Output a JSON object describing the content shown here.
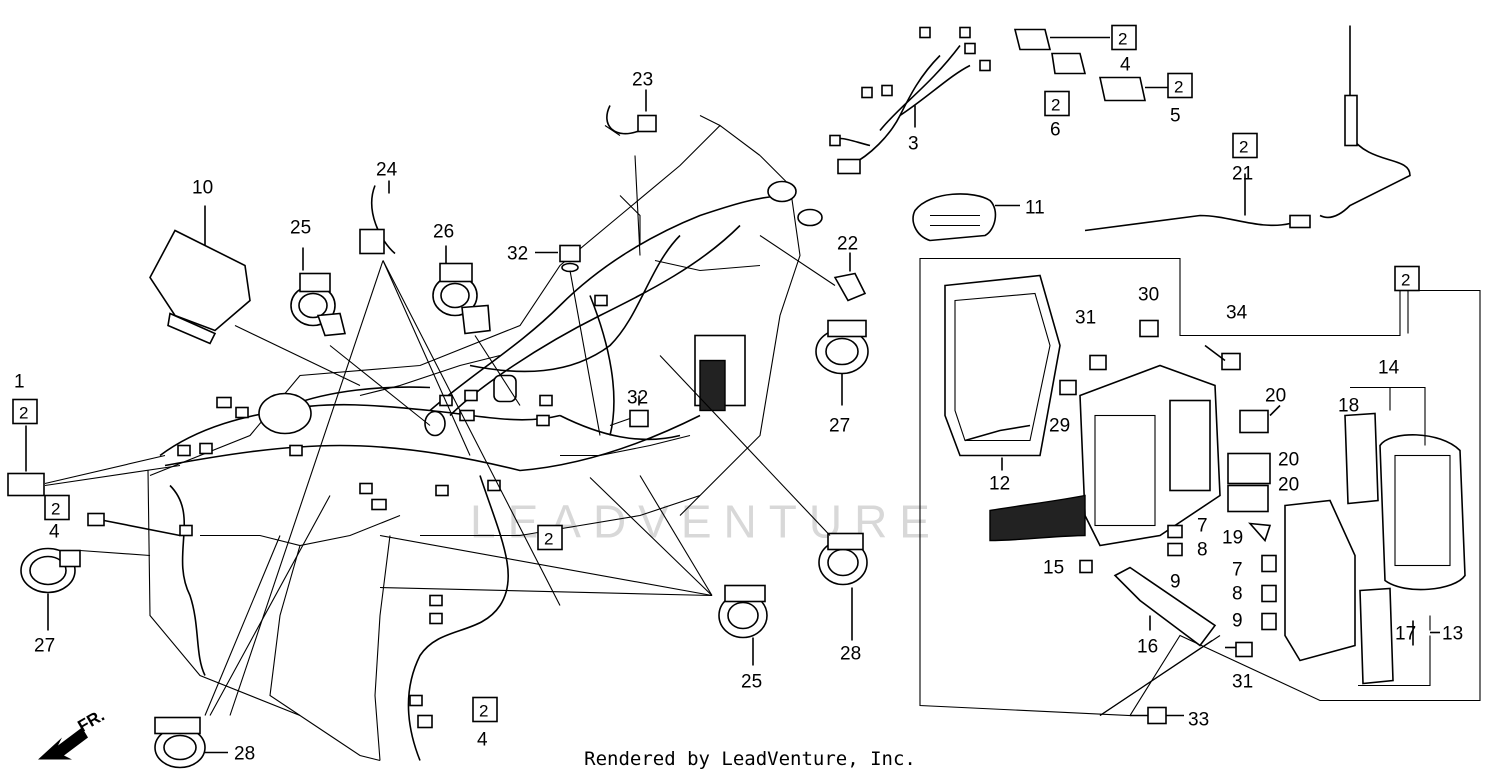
{
  "footer_text": "Rendered by LeadVenture, Inc.",
  "watermark": "LEADVENTURE",
  "direction_label": "FR.",
  "callouts": [
    "1",
    "2",
    "3",
    "4",
    "5",
    "6",
    "7",
    "8",
    "9",
    "10",
    "11",
    "12",
    "13",
    "14",
    "15",
    "16",
    "17",
    "18",
    "19",
    "20",
    "21",
    "22",
    "23",
    "24",
    "25",
    "26",
    "27",
    "28",
    "29",
    "30",
    "31",
    "32",
    "33",
    "34"
  ]
}
